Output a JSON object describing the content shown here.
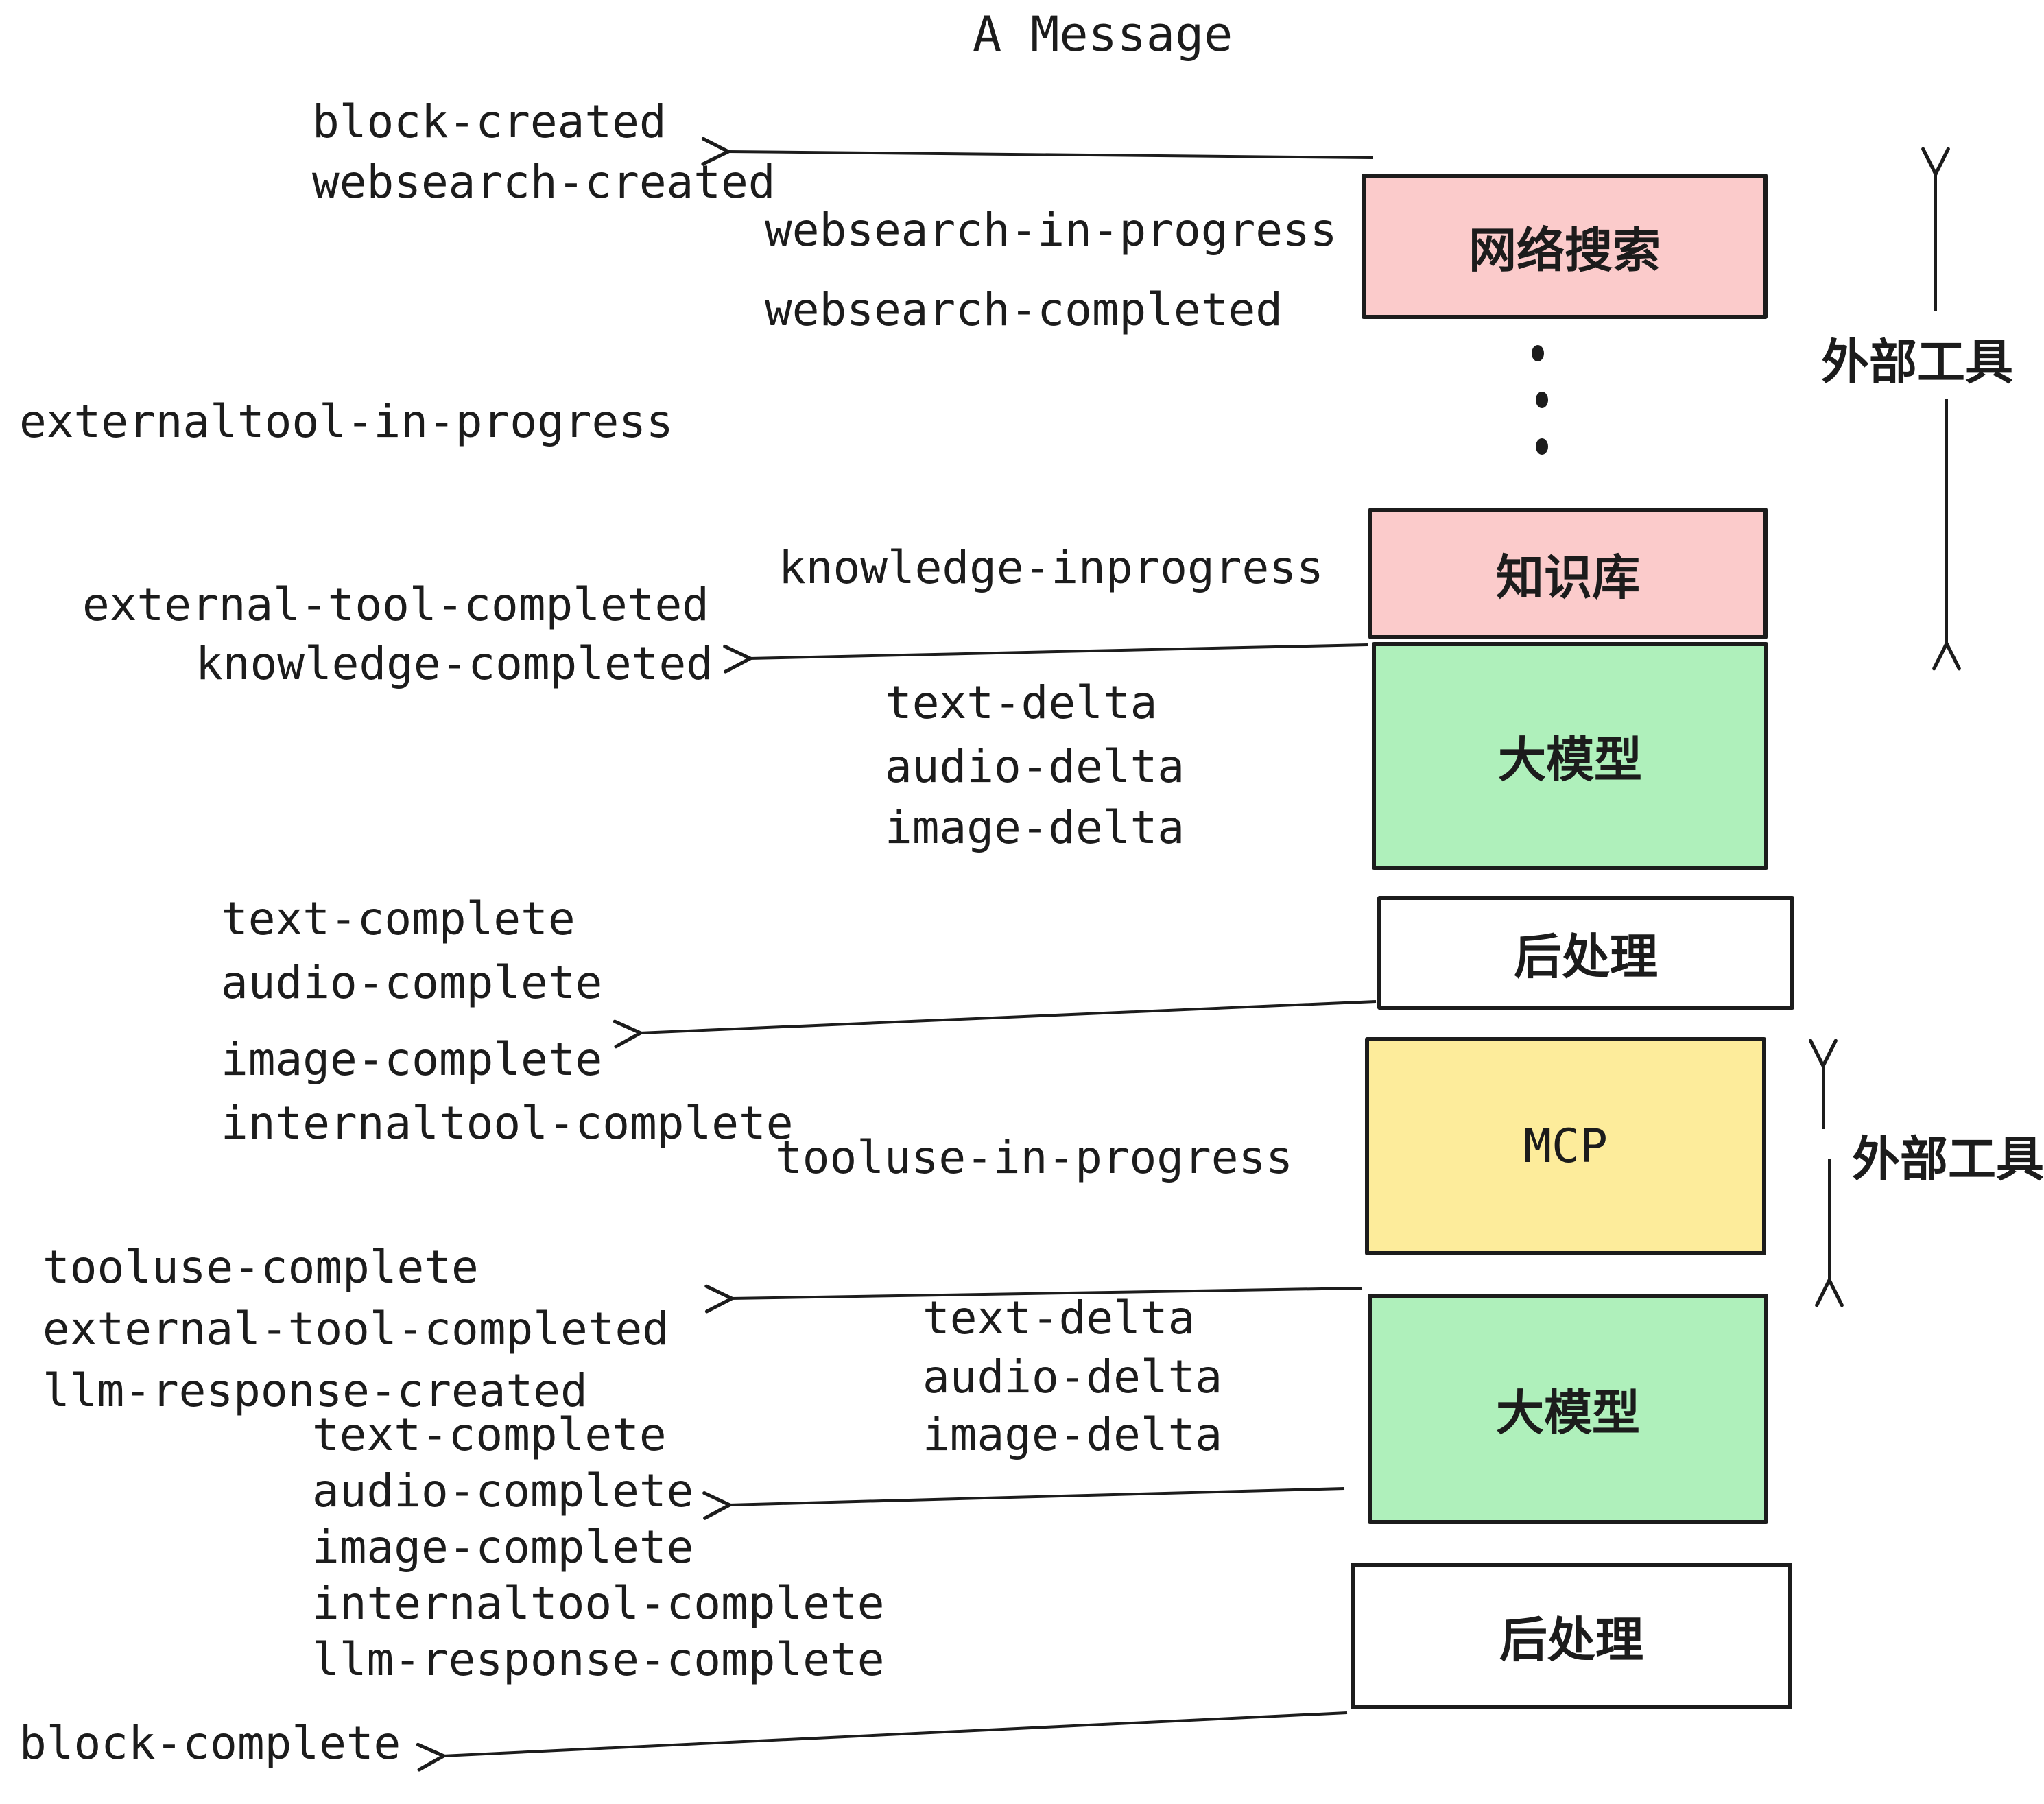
{
  "title": "A Message",
  "boxes": {
    "websearch": {
      "label": "网络搜索",
      "color": "#fbcbcb"
    },
    "knowledge": {
      "label": "知识库",
      "color": "#fbcbcb"
    },
    "llm1": {
      "label": "大模型",
      "color": "#aff0bb"
    },
    "post1": {
      "label": "后处理",
      "color": "#ffffff"
    },
    "mcp": {
      "label": "MCP",
      "color": "#fdec9b"
    },
    "llm2": {
      "label": "大模型",
      "color": "#aff0bb"
    },
    "post2": {
      "label": "后处理",
      "color": "#ffffff"
    }
  },
  "side_labels": {
    "external_tools_top": "外部工具",
    "external_tools_mid": "外部工具"
  },
  "events": {
    "block_created": "block-created",
    "websearch_created": "websearch-created",
    "websearch_in_progress": "websearch-in-progress",
    "websearch_completed": "websearch-completed",
    "externaltool_in_progress": "externaltool-in-progress",
    "knowledge_inprogress": "knowledge-inprogress",
    "external_tool_completed_1": "external-tool-completed",
    "knowledge_completed": "knowledge-completed",
    "text_delta_1": "text-delta",
    "audio_delta_1": "audio-delta",
    "image_delta_1": "image-delta",
    "text_complete_1": "text-complete",
    "audio_complete_1": "audio-complete",
    "image_complete_1": "image-complete",
    "internaltool_complete_1": "internaltool-complete",
    "tooluse_in_progress": "tooluse-in-progress",
    "tooluse_complete": "tooluse-complete",
    "external_tool_completed_2": "external-tool-completed",
    "llm_response_created": "llm-response-created",
    "text_delta_2": "text-delta",
    "audio_delta_2": "audio-delta",
    "image_delta_2": "image-delta",
    "text_complete_2": "text-complete",
    "audio_complete_2": "audio-complete",
    "image_complete_2": "image-complete",
    "internaltool_complete_2": "internaltool-complete",
    "llm_response_complete": "llm-response-complete",
    "block_complete": "block-complete"
  },
  "colors": {
    "ink": "#1c1c1c",
    "box_pink": "#fbcbcb",
    "box_green": "#aff0bb",
    "box_yellow": "#fdec9b",
    "box_white": "#ffffff"
  }
}
